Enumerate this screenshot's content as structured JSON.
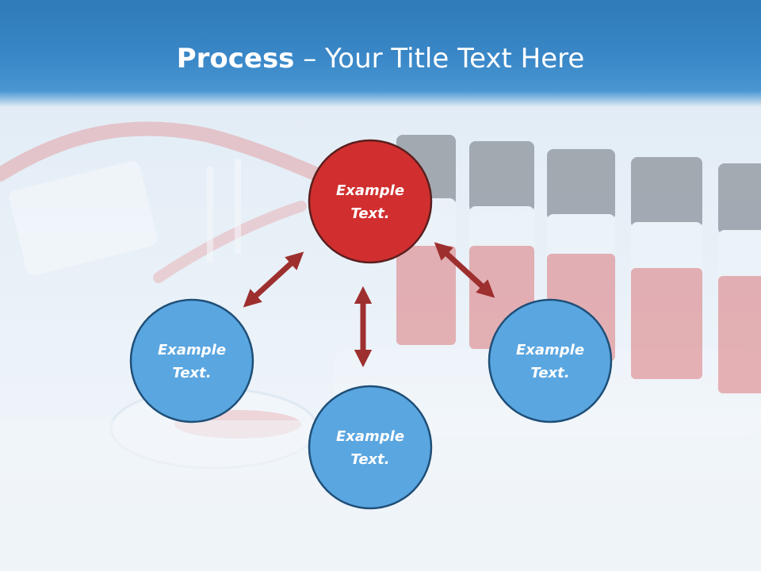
{
  "title": {
    "bold_part": "Process",
    "rest_part": " – Your Title Text Here"
  },
  "nodes": {
    "top": {
      "line1": "Example",
      "line2": "Text."
    },
    "left": {
      "line1": "Example",
      "line2": "Text."
    },
    "bottom": {
      "line1": "Example",
      "line2": "Text."
    },
    "right": {
      "line1": "Example",
      "line2": "Text."
    }
  },
  "colors": {
    "header": "#3a88c8",
    "accent_red": "#d12f2f",
    "node_blue": "#5aa6e0",
    "node_border": "#1f4f78",
    "arrow": "#9e2f2f"
  },
  "icons": {
    "arrows": "double-headed-arrow-icon"
  }
}
